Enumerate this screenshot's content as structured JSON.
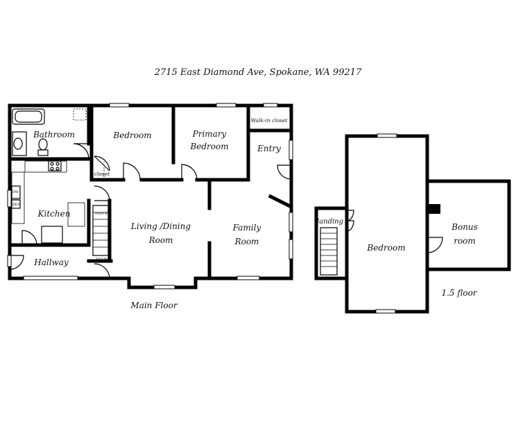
{
  "title": "2715 East Diamond Ave, Spokane, WA 99217",
  "main_floor": {
    "caption": "Main Floor",
    "rooms": {
      "bathroom": "Bathroom",
      "bedroom": "Bedroom",
      "primary_bedroom_1": "Primary",
      "primary_bedroom_2": "Bedroom",
      "walk_in_closet": "Walk-in closet",
      "entry": "Entry",
      "closet": "closet",
      "kitchen": "Kitchen",
      "living_dining_1": "Living /Dining",
      "living_dining_2": "Room",
      "family_room_1": "Family",
      "family_room_2": "Room",
      "hallway": "Hallway",
      "pantry": "PANTRY",
      "entry_small": "ENTRY"
    },
    "fixtures": {
      "dw": "DW",
      "ref": "REF"
    }
  },
  "half_floor": {
    "caption": "1.5 floor",
    "rooms": {
      "landing": "landing",
      "bedroom": "Bedroom",
      "bonus_room_1": "Bonus",
      "bonus_room_2": "room"
    }
  }
}
